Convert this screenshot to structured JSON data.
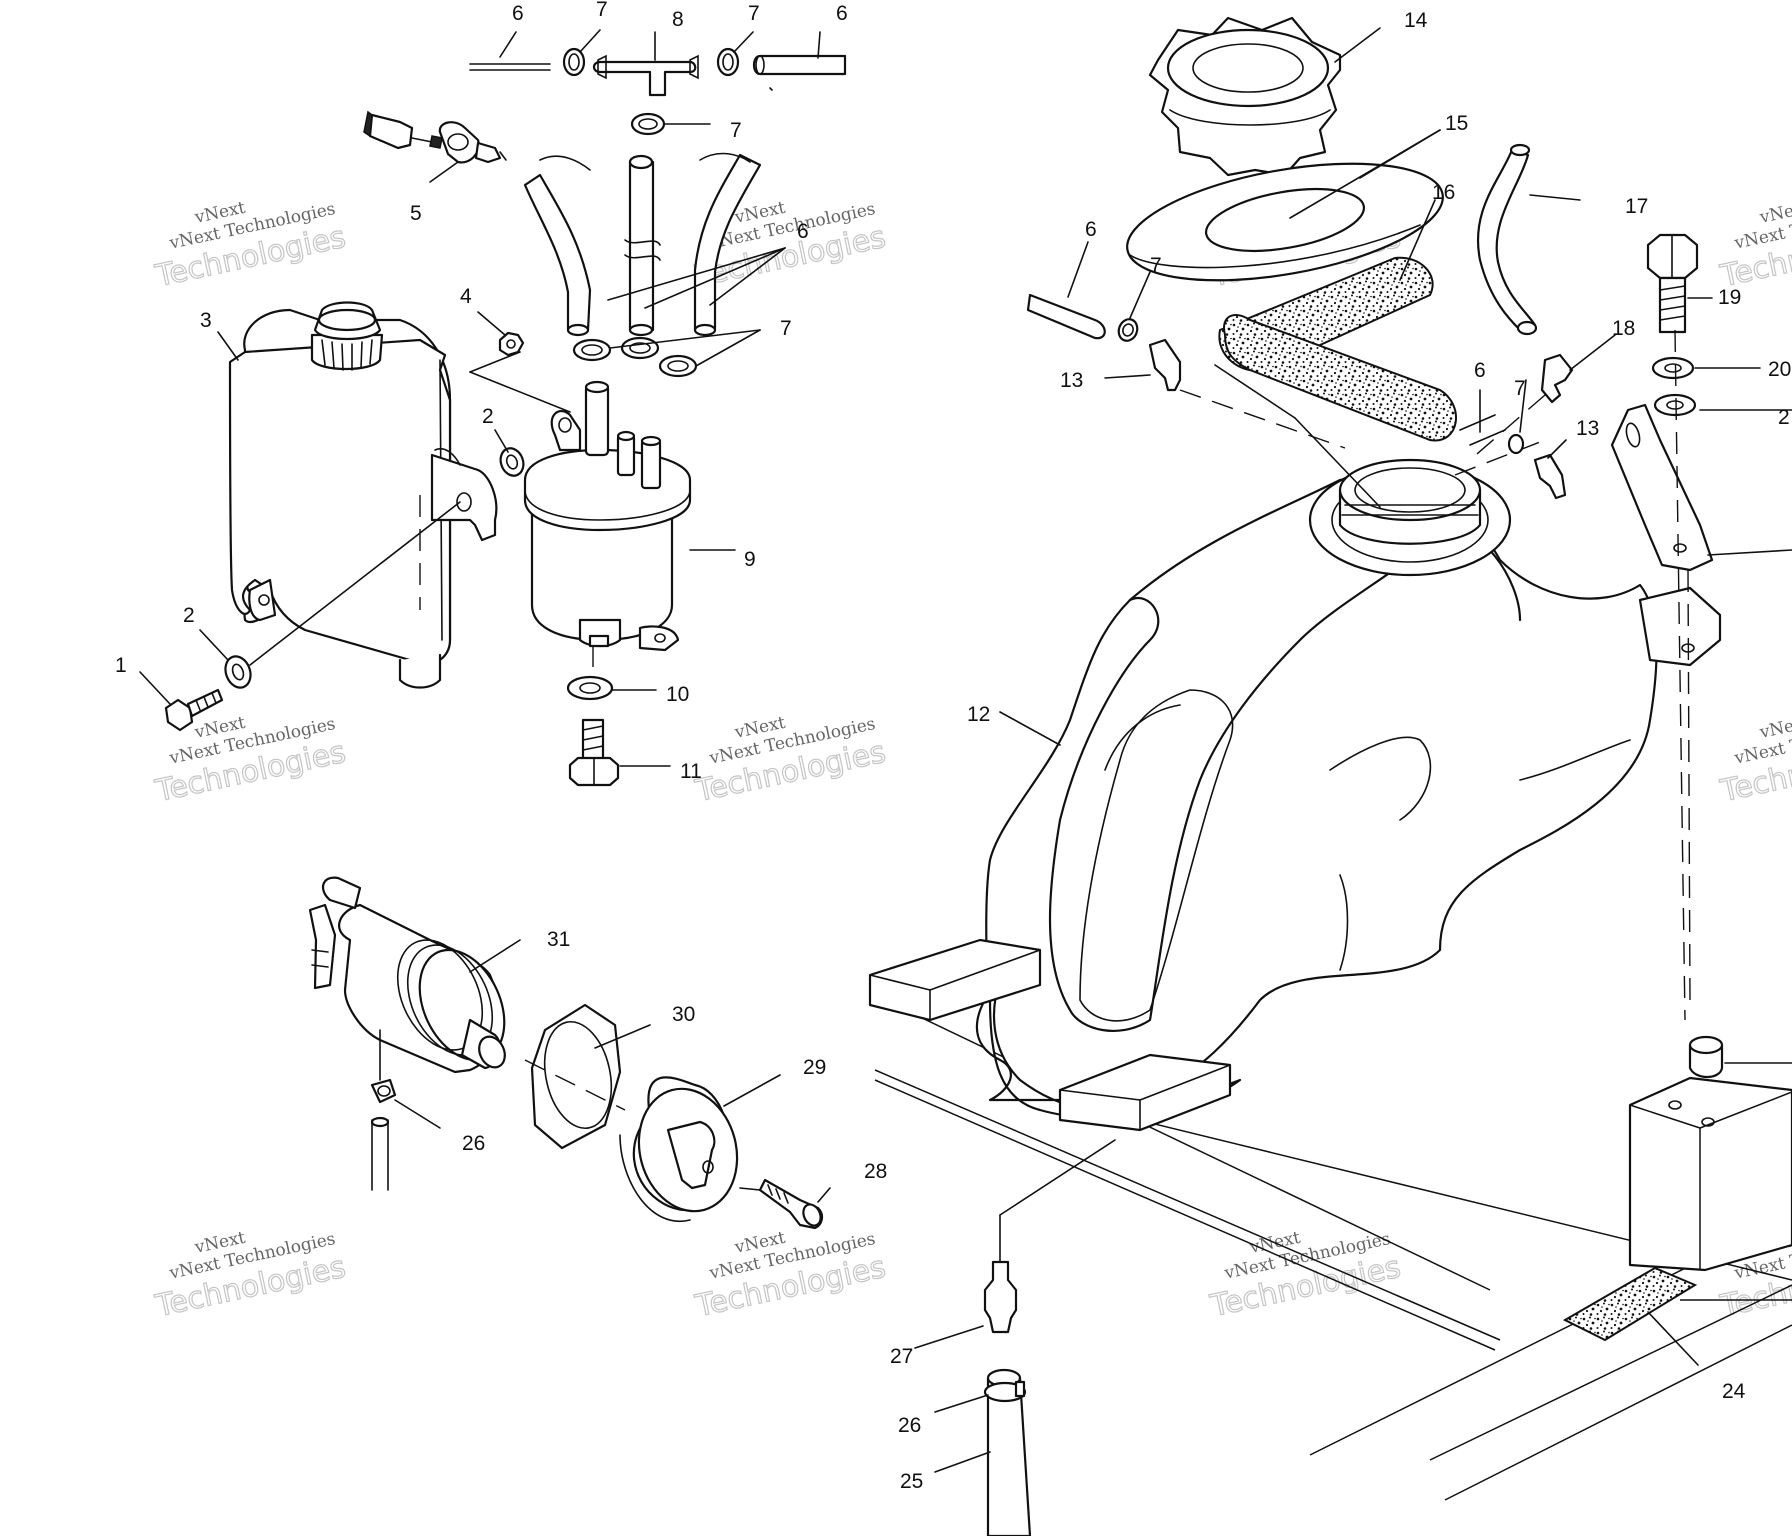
{
  "watermark": {
    "line1": "vNext",
    "line2": "vNext Technologies",
    "line3": "Technologies"
  },
  "callouts": [
    {
      "id": "c6a",
      "text": "6"
    },
    {
      "id": "c7a",
      "text": "7"
    },
    {
      "id": "c8",
      "text": "8"
    },
    {
      "id": "c7b",
      "text": "7"
    },
    {
      "id": "c6b",
      "text": "6"
    },
    {
      "id": "c7c",
      "text": "7"
    },
    {
      "id": "c5",
      "text": "5"
    },
    {
      "id": "c6c",
      "text": "6"
    },
    {
      "id": "c7d",
      "text": "7"
    },
    {
      "id": "c4",
      "text": "4"
    },
    {
      "id": "c3",
      "text": "3"
    },
    {
      "id": "c2a",
      "text": "2"
    },
    {
      "id": "c9",
      "text": "9"
    },
    {
      "id": "c2b",
      "text": "2"
    },
    {
      "id": "c1",
      "text": "1"
    },
    {
      "id": "c10",
      "text": "10"
    },
    {
      "id": "c11",
      "text": "11"
    },
    {
      "id": "c31",
      "text": "31"
    },
    {
      "id": "c30",
      "text": "30"
    },
    {
      "id": "c29",
      "text": "29"
    },
    {
      "id": "c26a",
      "text": "26"
    },
    {
      "id": "c28",
      "text": "28"
    },
    {
      "id": "c14",
      "text": "14"
    },
    {
      "id": "c15",
      "text": "15"
    },
    {
      "id": "c16",
      "text": "16"
    },
    {
      "id": "c17",
      "text": "17"
    },
    {
      "id": "c6d",
      "text": "6"
    },
    {
      "id": "c7e",
      "text": "7"
    },
    {
      "id": "c13a",
      "text": "13"
    },
    {
      "id": "c19",
      "text": "19"
    },
    {
      "id": "c18",
      "text": "18"
    },
    {
      "id": "c20",
      "text": "20"
    },
    {
      "id": "c21",
      "text": "2"
    },
    {
      "id": "c6e",
      "text": "6"
    },
    {
      "id": "c7f",
      "text": "7"
    },
    {
      "id": "c13b",
      "text": "13"
    },
    {
      "id": "c12",
      "text": "12"
    },
    {
      "id": "c27",
      "text": "27"
    },
    {
      "id": "c26b",
      "text": "26"
    },
    {
      "id": "c25",
      "text": "25"
    },
    {
      "id": "c24",
      "text": "24"
    }
  ]
}
